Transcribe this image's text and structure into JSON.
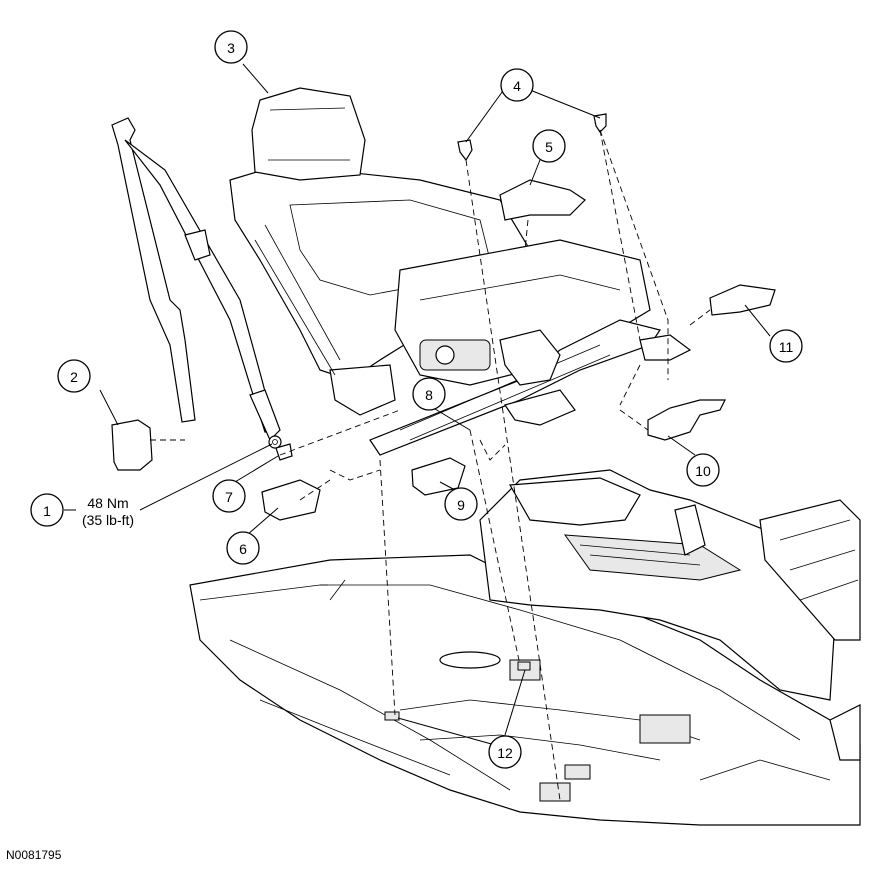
{
  "figure_id": "N0081795",
  "torque": {
    "metric": "48 Nm",
    "imperial": "(35 lb-ft)"
  },
  "callouts": [
    {
      "id": "c1",
      "label": "1"
    },
    {
      "id": "c2",
      "label": "2"
    },
    {
      "id": "c3",
      "label": "3"
    },
    {
      "id": "c4",
      "label": "4"
    },
    {
      "id": "c5",
      "label": "5"
    },
    {
      "id": "c6",
      "label": "6"
    },
    {
      "id": "c7",
      "label": "7"
    },
    {
      "id": "c8",
      "label": "8"
    },
    {
      "id": "c9",
      "label": "9"
    },
    {
      "id": "c10",
      "label": "10"
    },
    {
      "id": "c11",
      "label": "11"
    },
    {
      "id": "c12",
      "label": "12"
    }
  ]
}
